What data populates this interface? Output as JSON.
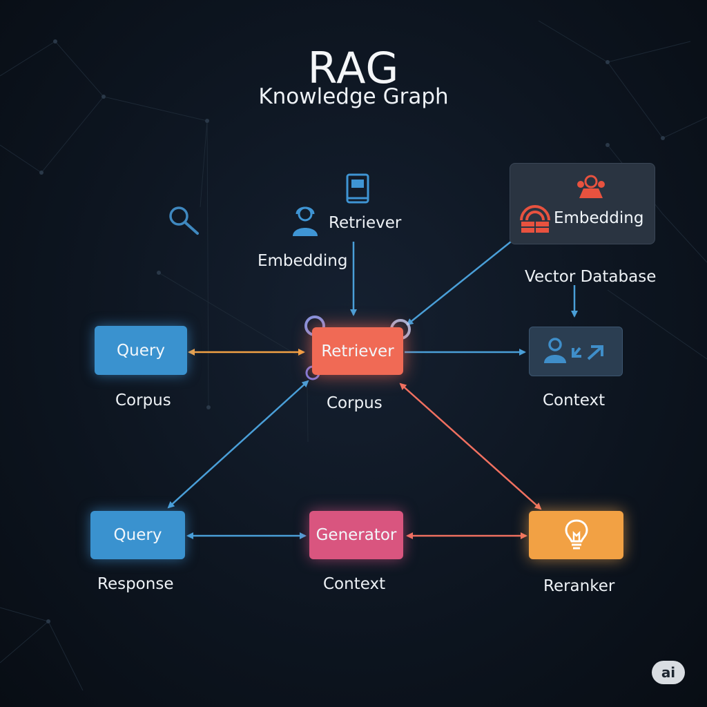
{
  "diagram": {
    "title": "RAG",
    "subtitle": "Knowledge Graph",
    "nodes": {
      "query_top": {
        "label": "Query",
        "caption": "Corpus"
      },
      "retriever": {
        "label": "Retriever",
        "caption": "Corpus"
      },
      "context_node": {
        "caption": "Context"
      },
      "query_bottom": {
        "label": "Query",
        "caption": "Response"
      },
      "generator": {
        "label": "Generator",
        "caption": "Context"
      },
      "reranker": {
        "caption": "Reranker"
      },
      "vector_db": {
        "label": "Embedding",
        "caption": "Vector Database"
      }
    },
    "floating_labels": {
      "retriever_top": "Retriever",
      "embedding_left": "Embedding"
    },
    "badge": "ai",
    "colors": {
      "background": "#0d1520",
      "query": "#3a92cf",
      "retriever": "#f06a55",
      "generator": "#d9557f",
      "reranker": "#f2a144",
      "context": "#2b3e52",
      "edge_blue": "#4a9fd8",
      "edge_orange": "#f2a144",
      "edge_red": "#f07060"
    }
  }
}
